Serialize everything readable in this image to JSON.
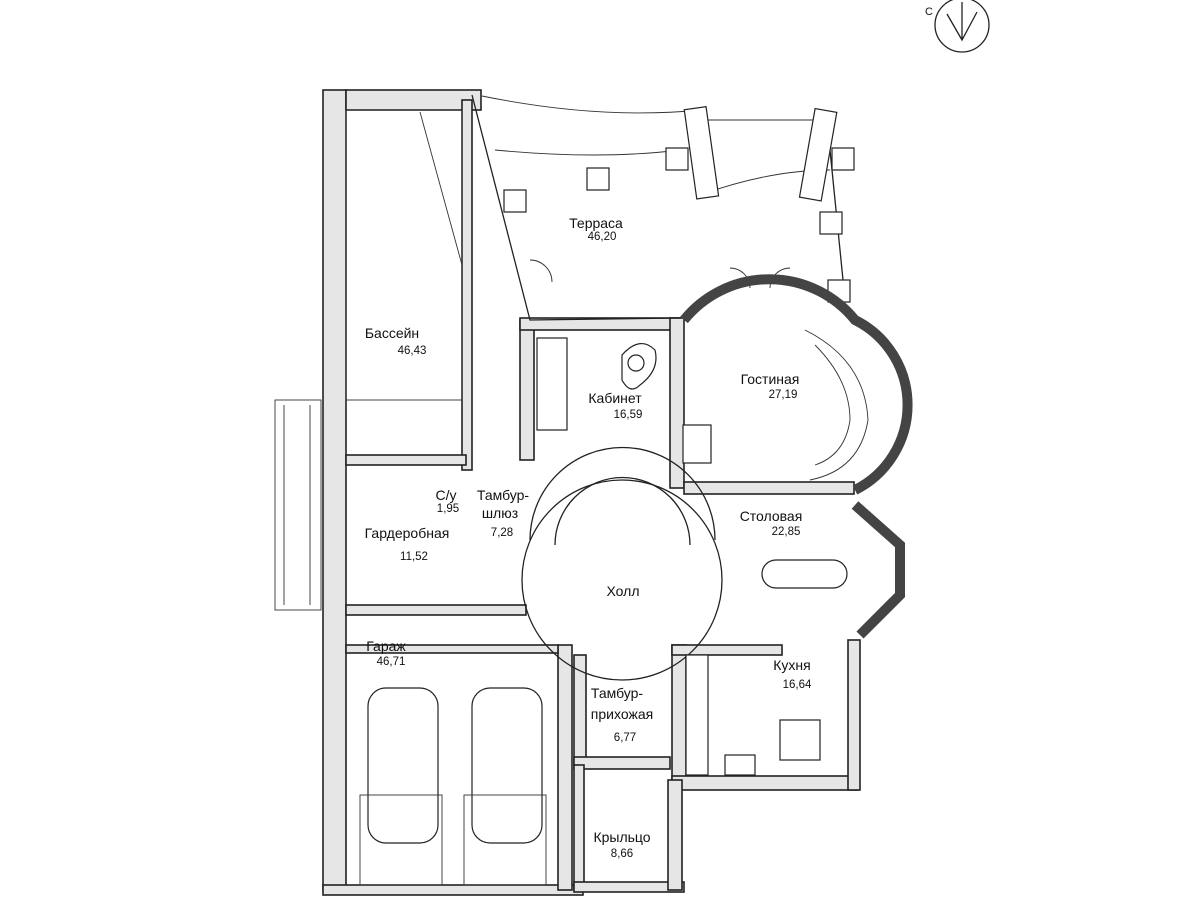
{
  "compass": {
    "letter": "С"
  },
  "rooms": {
    "terrace": {
      "name": "Терраса",
      "area": "46,20"
    },
    "pool": {
      "name": "Бассейн",
      "area": "46,43"
    },
    "office": {
      "name": "Кабинет",
      "area": "16,59"
    },
    "living": {
      "name": "Гостиная",
      "area": "27,19"
    },
    "wc": {
      "name": "С/у",
      "area": "1,95"
    },
    "airlock": {
      "name1": "Тамбур-",
      "name2": "шлюз",
      "area": "7,28"
    },
    "wardrobe": {
      "name": "Гардеробная",
      "area": "11,52"
    },
    "dining": {
      "name": "Столовая",
      "area": "22,85"
    },
    "hall": {
      "name": "Холл"
    },
    "garage": {
      "name": "Гараж",
      "area": "46,71"
    },
    "entry": {
      "name1": "Тамбур-",
      "name2": "прихожая",
      "area": "6,77"
    },
    "kitchen": {
      "name": "Кухня",
      "area": "16,64"
    },
    "porch": {
      "name": "Крыльцо",
      "area": "8,66"
    }
  }
}
